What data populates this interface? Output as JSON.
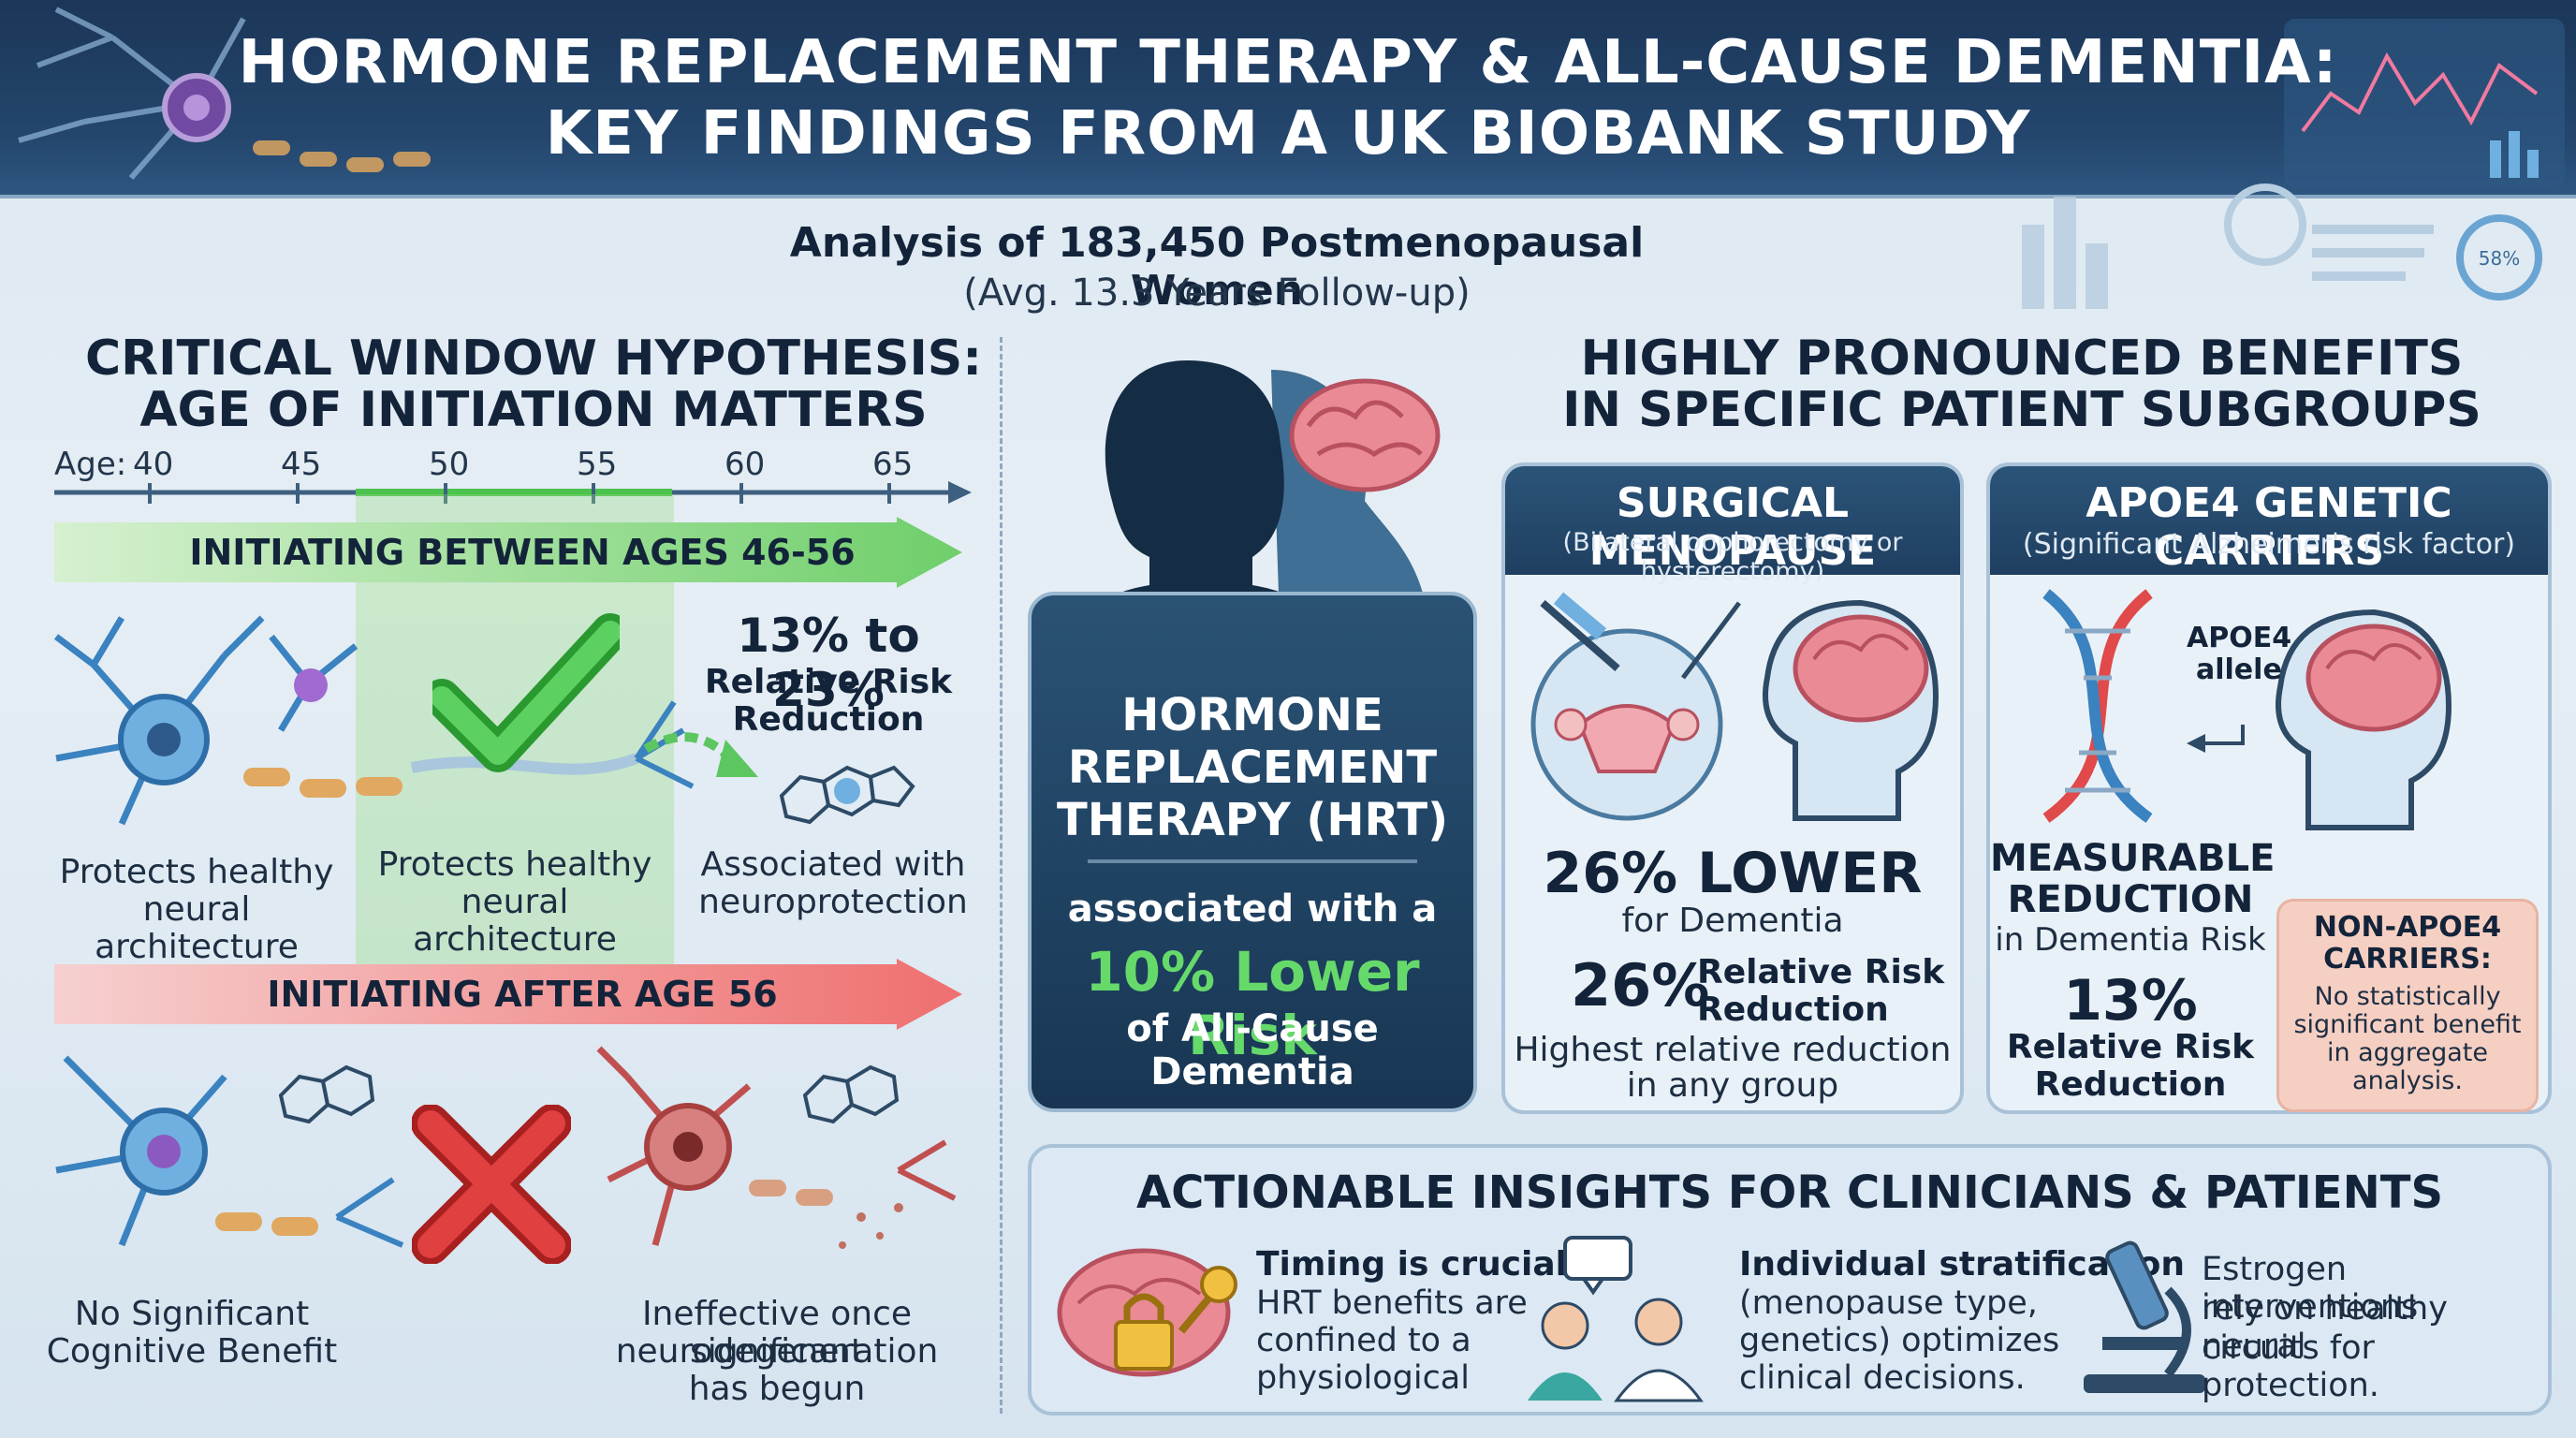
{
  "header": {
    "title_line1": "HORMONE REPLACEMENT THERAPY & ALL-CAUSE DEMENTIA:",
    "title_line2": "KEY FINDINGS FROM A UK BIOBANK STUDY"
  },
  "study": {
    "population": "Analysis of 183,450 Postmenopausal Women",
    "follow_up": "(Avg. 13.3 Years Follow-up)"
  },
  "critical_window": {
    "heading_line1": "CRITICAL WINDOW HYPOTHESIS:",
    "heading_line2": "AGE OF INITIATION MATTERS",
    "age_prefix": "Age:",
    "ages": [
      "40",
      "45",
      "50",
      "55",
      "60",
      "65"
    ],
    "early_band": "INITIATING BETWEEN AGES 46-56",
    "early_stat": "13% to 23%",
    "early_stat_label_line1": "Relative Risk",
    "early_stat_label_line2": "Reduction",
    "early_caption1_line1": "Protects healthy",
    "early_caption1_line2": "neural architecture",
    "early_caption2_line1": "Protects healthy",
    "early_caption2_line2": "neural architecture",
    "early_caption3_line1": "Associated with",
    "early_caption3_line2": "neuroprotection",
    "late_band": "INITIATING AFTER AGE 56",
    "late_caption1_line1": "No Significant",
    "late_caption1_line2": "Cognitive Benefit",
    "late_caption2_line1": "Ineffective once significant",
    "late_caption2_line2": "neurodegeneration",
    "late_caption2_line3": "has begun"
  },
  "hrt": {
    "title_line1": "HORMONE",
    "title_line2": "REPLACEMENT",
    "title_line3": "THERAPY (HRT)",
    "assoc": "associated with a",
    "lower_risk": "10% Lower Risk",
    "outcome": "of All-Cause Dementia"
  },
  "subgroups": {
    "heading_line1": "HIGHLY PRONOUNCED BENEFITS",
    "heading_line2": "IN SPECIFIC PATIENT SUBGROUPS",
    "surgical": {
      "title": "SURGICAL MENOPAUSE",
      "subtitle": "(Bilateral oophorectomy or hysterectomy)",
      "stat": "26% LOWER",
      "stat_label": "for Dementia",
      "rrr_value": "26%",
      "rrr_label_line1": "Relative Risk",
      "rrr_label_line2": "Reduction",
      "note_line1": "Highest relative reduction",
      "note_line2": "in any group"
    },
    "apoe4": {
      "title": "APOE4 GENETIC CARRIERS",
      "subtitle": "(Significant Alzheimer's risk factor)",
      "allele_line1": "APOE4",
      "allele_line2": "allele",
      "measurable_line1": "MEASURABLE",
      "measurable_line2": "REDUCTION",
      "measurable_line3": "in Dementia Risk",
      "rrr_value": "13%",
      "rrr_label_line1": "Relative Risk",
      "rrr_label_line2": "Reduction"
    },
    "non_apoe4": {
      "title_line1": "NON-APOE4",
      "title_line2": "CARRIERS:",
      "text_line1": "No statistically",
      "text_line2": "significant benefit",
      "text_line3": "in aggregate",
      "text_line4": "analysis."
    }
  },
  "insights": {
    "heading": "ACTIONABLE INSIGHTS FOR CLINICIANS & PATIENTS",
    "item1_bold": "Timing is crucial:",
    "item1_line1": "HRT benefits are",
    "item1_line2": "confined to a",
    "item1_line3": "physiological",
    "item2_bold": "Individual stratification",
    "item2_line1": "(menopause type,",
    "item2_line2": "genetics) optimizes",
    "item2_line3": "clinical decisions.",
    "item3_line1": "Estrogen interventions",
    "item3_line2": "rely on healthy neural",
    "item3_line3": "circuits for protection."
  },
  "deco": {
    "gauge_value": "58%"
  },
  "colors": {
    "header_navy": "#1b3658",
    "positive_green": "#5cc661",
    "negative_red": "#e06060",
    "hrt_card": "#1f4264",
    "non_apoe4_bg": "#f6cfc3"
  }
}
